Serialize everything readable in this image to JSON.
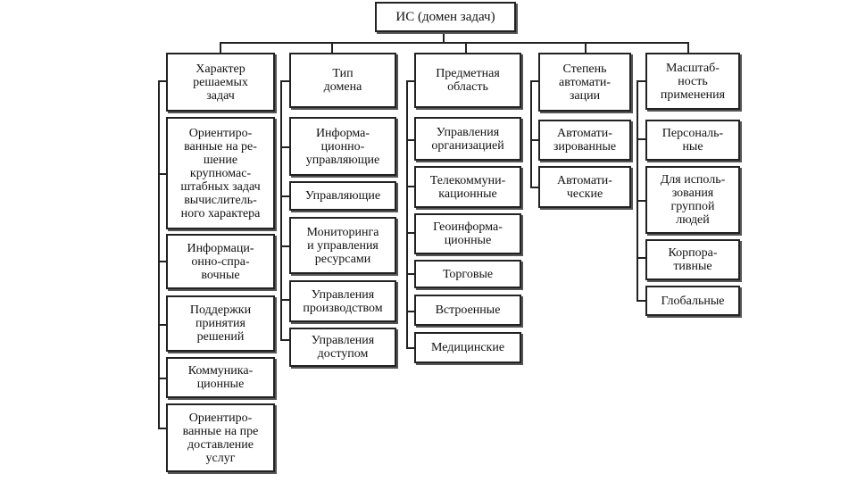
{
  "root": "ИС (домен задач)",
  "columns": [
    {
      "header": "Характер\nрешаемых\nзадач",
      "items": [
        "Ориентиро-\nванные на ре-\nшение\nкрупномас-\nштабных задач\nвычислитель-\nного характера",
        "Информаци-\nонно-спра-\nвочные",
        "Поддержки\nпринятия\nрешений",
        "Коммуника-\nционные",
        "Ориентиро-\nванные на пре\nдоставление\nуслуг"
      ]
    },
    {
      "header": "Тип\nдомена",
      "items": [
        "Информа-\nционно-\nуправляющие",
        "Управляющие",
        "Мониторинга\nи управления\nресурсами",
        "Управления\nпроизводством",
        "Управления\nдоступом"
      ]
    },
    {
      "header": "Предметная\nобласть",
      "items": [
        "Управления\nорганизацией",
        "Телекоммуни-\nкационные",
        "Геоинформа-\nционные",
        "Торговые",
        "Встроенные",
        "Медицинские"
      ]
    },
    {
      "header": "Степень\nавтомати-\nзации",
      "items": [
        "Автомати-\nзированные",
        "Автомати-\nческие"
      ]
    },
    {
      "header": "Масштаб-\nность\nприменения",
      "items": [
        "Персональ-\nные",
        "Для исполь-\nзования\nгруппой\nлюдей",
        "Корпора-\nтивные",
        "Глобальные"
      ]
    }
  ]
}
